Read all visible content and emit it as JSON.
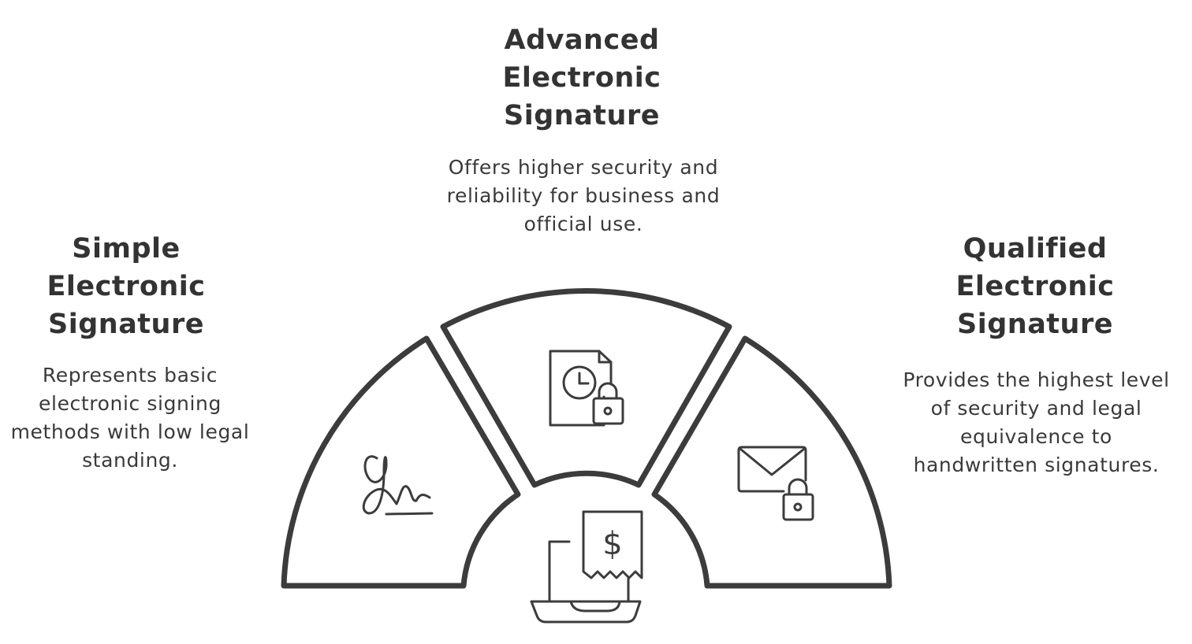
{
  "segments": [
    {
      "key": "simple",
      "title": "Simple\nElectronic\nSignature",
      "description": "Represents basic electronic signing methods with low legal standing.",
      "icon": "handwritten-signature-icon"
    },
    {
      "key": "advanced",
      "title": "Advanced\nElectronic\nSignature",
      "description": "Offers higher security and reliability for business and official use.",
      "icon": "document-clock-lock-icon"
    },
    {
      "key": "qualified",
      "title": "Qualified\nElectronic\nSignature",
      "description": "Provides the highest level of security and legal equivalence to handwritten signatures.",
      "icon": "envelope-lock-icon"
    }
  ],
  "center_icon": {
    "icon": "laptop-receipt-dollar-icon",
    "symbol": "$"
  },
  "colors": {
    "stroke": "#3c3c3c",
    "text": "#333333",
    "background": "#ffffff"
  }
}
